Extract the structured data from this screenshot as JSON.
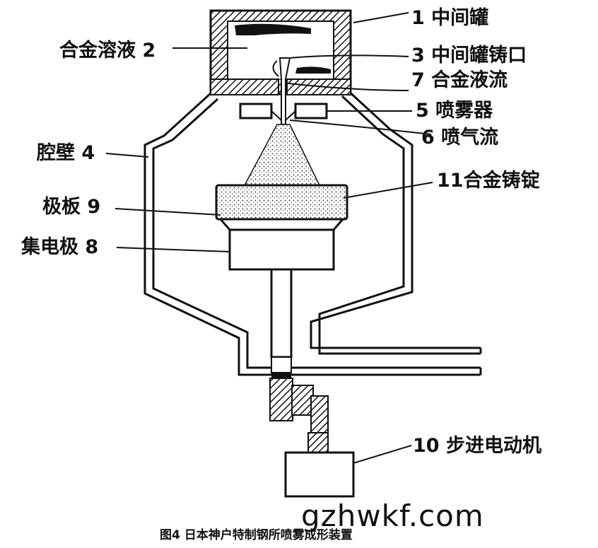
{
  "labels": {
    "l1": "1 中间罐",
    "l2": "合金溶液 2",
    "l3": "3 中间罐铸口",
    "l7": "7 合金液流",
    "l5": "5 喷雾器",
    "l6": "6 喷气流",
    "l4": "腔壁 4",
    "l11": "11合金铸锭",
    "l9": "极板 9",
    "l8": "集电极 8",
    "l10": "10 步进电动机"
  },
  "caption": "图4    日本神户特制钢所喷雾成形装置",
  "watermark": "gzhwkf.com"
}
